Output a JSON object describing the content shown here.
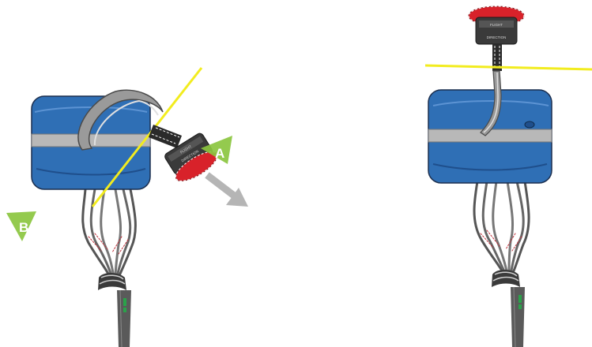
{
  "markers": {
    "a": "A",
    "b": "B"
  },
  "pilot_chute": {
    "label_top": "FLIGHT",
    "label_bottom": "DIRECTION"
  },
  "colors": {
    "container": "#2f6fb5",
    "container_dark": "#1f4f8c",
    "pilot_chute_rim": "#d8222a",
    "pilot_chute_body": "#3a3a3a",
    "marker": "#8bc53f",
    "line": "#f2ec1f",
    "arrow": "#b5b5b5",
    "bridle": "#9a9a9a"
  }
}
